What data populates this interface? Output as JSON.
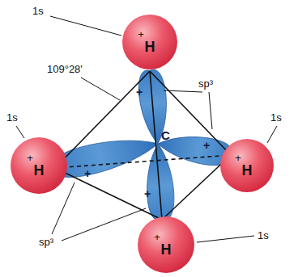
{
  "diagram": {
    "nodes": [
      {
        "text": [
          "+",
          "H"
        ]
      },
      {
        "text": [
          "+",
          "H"
        ]
      },
      {
        "text": [
          "+",
          "H"
        ]
      },
      {
        "text": [
          "+",
          "H"
        ]
      }
    ],
    "labels": [
      "1s",
      "109°28'",
      "sp³",
      "+",
      "1s",
      "C",
      "1s",
      "+",
      "+",
      "+",
      "sp³",
      "1s"
    ]
  }
}
